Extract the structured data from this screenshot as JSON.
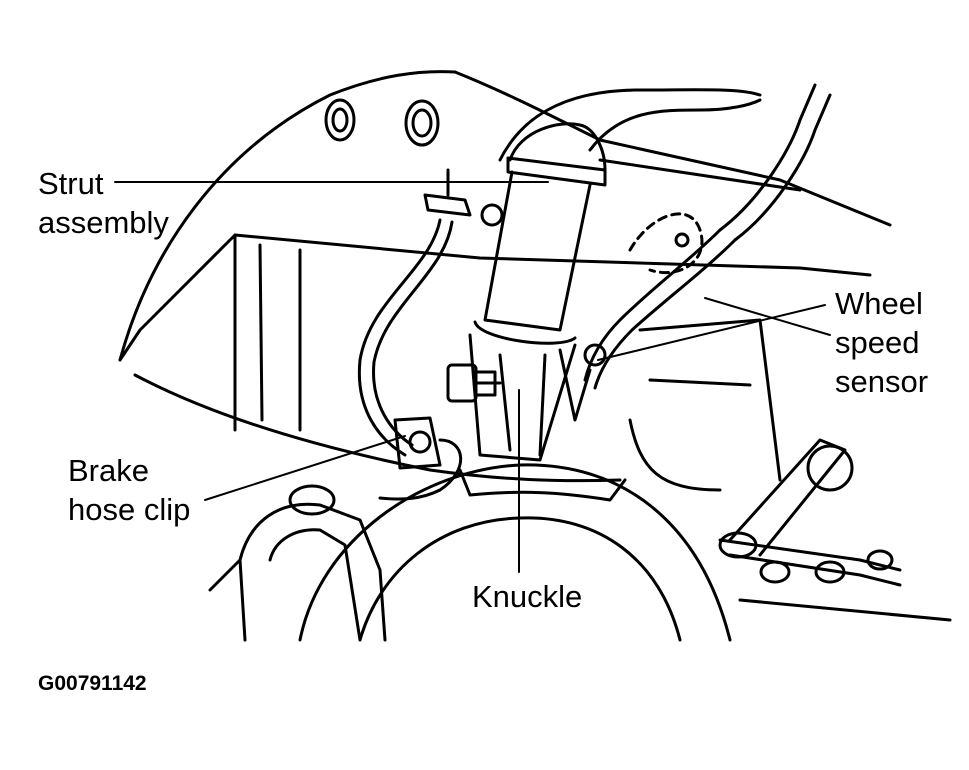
{
  "labels": {
    "strut_line1": "Strut",
    "strut_line2": "assembly",
    "wheel_line1": "Wheel",
    "wheel_line2": "speed",
    "wheel_line3": "sensor",
    "brake_line1": "Brake",
    "brake_line2": "hose clip",
    "knuckle": "Knuckle"
  },
  "figure_id": "G00791142",
  "colors": {
    "ink": "#000000",
    "paper": "#ffffff"
  }
}
